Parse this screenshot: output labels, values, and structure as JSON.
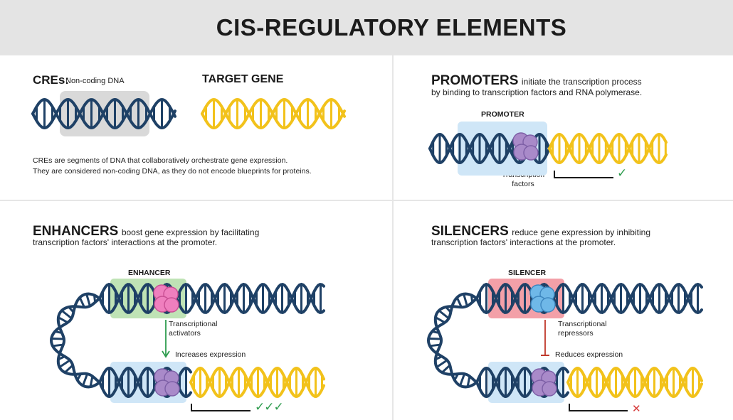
{
  "header": {
    "title": "CIS-REGULATORY ELEMENTS"
  },
  "cre_panel": {
    "heading": "CREs:",
    "subheading": "Non-coding DNA",
    "target_heading": "TARGET GENE",
    "description_line1": "CREs are segments of DNA that collaboratively orchestrate gene expression.",
    "description_line2": "They are considered non-coding DNA, as they do not encode blueprints for proteins."
  },
  "promoters_panel": {
    "heading": "PROMOTERS",
    "text_line1": "initiate the transcription process",
    "text_line2": "by binding to transcription factors and RNA polymerase.",
    "region_label": "PROMOTER",
    "factor_label_line1": "Transcription",
    "factor_label_line2": "factors",
    "result_mark": "✓"
  },
  "enhancers_panel": {
    "heading": "ENHANCERS",
    "text_line1": "boost gene expression by facilitating",
    "text_line2": "transcription factors' interactions at the promoter.",
    "region_label": "ENHANCER",
    "activator_label_line1": "Transcriptional",
    "activator_label_line2": "activators",
    "effect_label": "Increases expression",
    "result_mark": "✓✓✓"
  },
  "silencers_panel": {
    "heading": "SILENCERS",
    "text_line1": "reduce gene expression by inhibiting",
    "text_line2": "transcription factors' interactions at the promoter.",
    "region_label": "SILENCER",
    "repressor_label_line1": "Transcriptional",
    "repressor_label_line2": "repressors",
    "effect_label": "Reduces expression",
    "result_mark": "✕"
  },
  "colors": {
    "dna_navy": "#1f4166",
    "gene_yellow": "#f2c21b",
    "cre_gray": "#d9d9d9",
    "promoter_blue": "#cfe6f7",
    "factor_purple": "#a98ac9",
    "enhancer_green": "#bfe3b5",
    "activator_pink": "#ef7fbe",
    "silencer_red": "#f3a0a8",
    "repressor_blue": "#6fb8e8",
    "check_green": "#2e9c4e",
    "cross_red": "#d63a3a"
  }
}
